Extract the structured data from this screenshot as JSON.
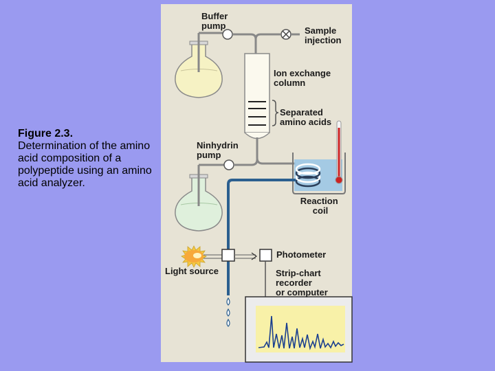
{
  "caption": {
    "title": "Figure 2.3.",
    "body": "Determination of the amino acid composition of a polypeptide using an amino acid analyzer."
  },
  "labels": {
    "buffer_pump": [
      "Buffer",
      "pump"
    ],
    "sample_injection": [
      "Sample",
      "injection"
    ],
    "ion_exchange_column": [
      "Ion exchange",
      "column"
    ],
    "separated_amino_acids": [
      "Separated",
      "amino acids"
    ],
    "ninhydrin_pump": [
      "Ninhydrin",
      "pump"
    ],
    "reaction_coil": [
      "Reaction",
      "coil"
    ],
    "photometer": [
      "Photometer"
    ],
    "light_source": [
      "Light source"
    ],
    "strip_chart": [
      "Strip-chart",
      "recorder",
      "or computer"
    ]
  },
  "colors": {
    "background": "#9a9af0",
    "panel": "#e7e3d5",
    "buffer_liquid": "#f6f2c4",
    "ninhydrin_liquid": "#dff0dc",
    "column_fill": "#fbf9ee",
    "water_bath": "#9cc6e6",
    "effluent_tube": "#2b5f8f",
    "thermometer_red": "#cc2222",
    "chart_paper": "#f8f1a8",
    "trace": "#1a3f8f"
  }
}
